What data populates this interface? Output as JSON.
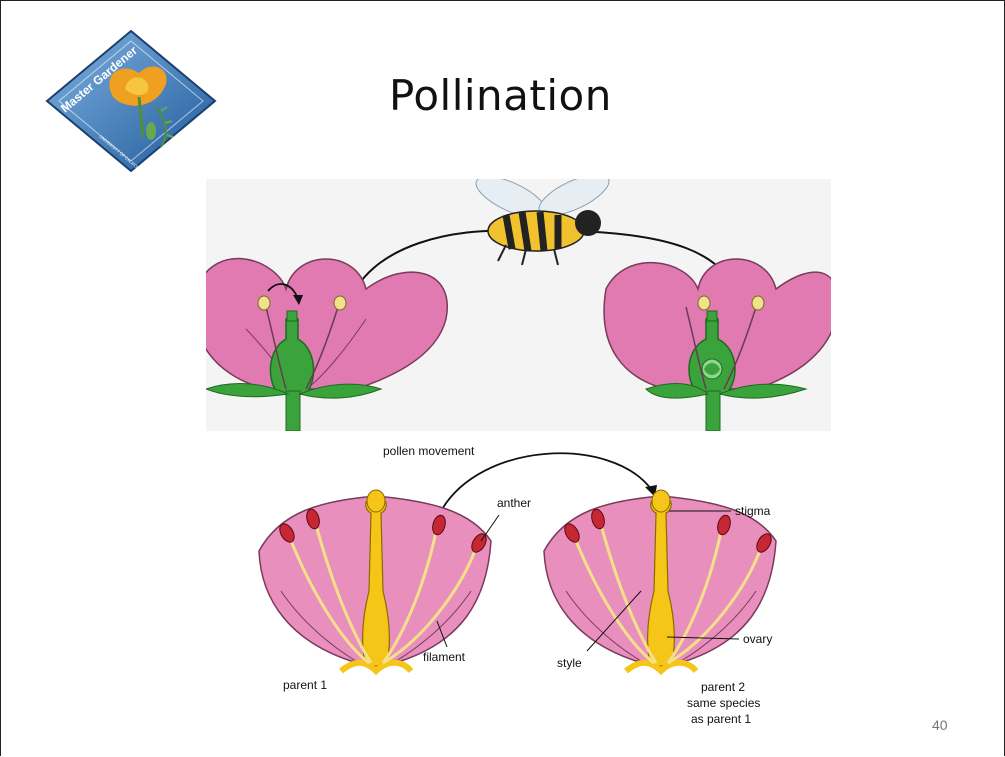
{
  "slide": {
    "title": "Pollination",
    "page_number": "40"
  },
  "logo": {
    "text_main": "Master Gardener",
    "text_sub": "UNIVERSITY OF CALIFORNIA COOPERATIVE EXTENSION",
    "icon": "california-poppy-logo"
  },
  "top_diagram": {
    "icon": "bee-pollinating-flowers-illustration"
  },
  "bottom_diagram": {
    "labels": {
      "pollen_movement": "pollen movement",
      "anther": "anther",
      "stigma": "stigma",
      "filament": "filament",
      "ovary": "ovary",
      "style": "style",
      "parent1": "parent 1",
      "parent2_line1": "parent 2",
      "parent2_line2": "same species",
      "parent2_line3": "as parent 1"
    }
  },
  "colors": {
    "petal_pink": "#e07ab0",
    "stem_green": "#3ba33b",
    "pistil_yellow": "#f5c518",
    "anther_red": "#c62833",
    "logo_blue": "#2a6fb5"
  }
}
